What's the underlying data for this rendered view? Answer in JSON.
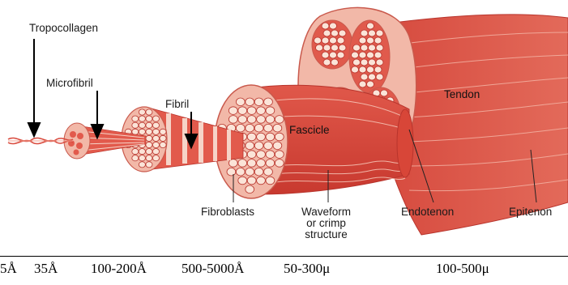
{
  "labels": {
    "tropocollagen": "Tropocollagen",
    "microfibril": "Microfibril",
    "fibril": "Fibril",
    "fascicle": "Fascicle",
    "tendon": "Tendon",
    "fibroblasts": "Fibroblasts",
    "waveform": "Waveform\nor crimp\nstructure",
    "endotenon": "Endotenon",
    "epitenon": "Epitenon"
  },
  "scale": [
    "5Å",
    "35Å",
    "100-200Å",
    "500-5000Å",
    "50-300μ",
    "100-500μ"
  ],
  "colors": {
    "muscle": "#d9493c",
    "muscle_dark": "#b8342c",
    "sheath": "#f2b8a8",
    "cell": "#fbe4d8"
  }
}
